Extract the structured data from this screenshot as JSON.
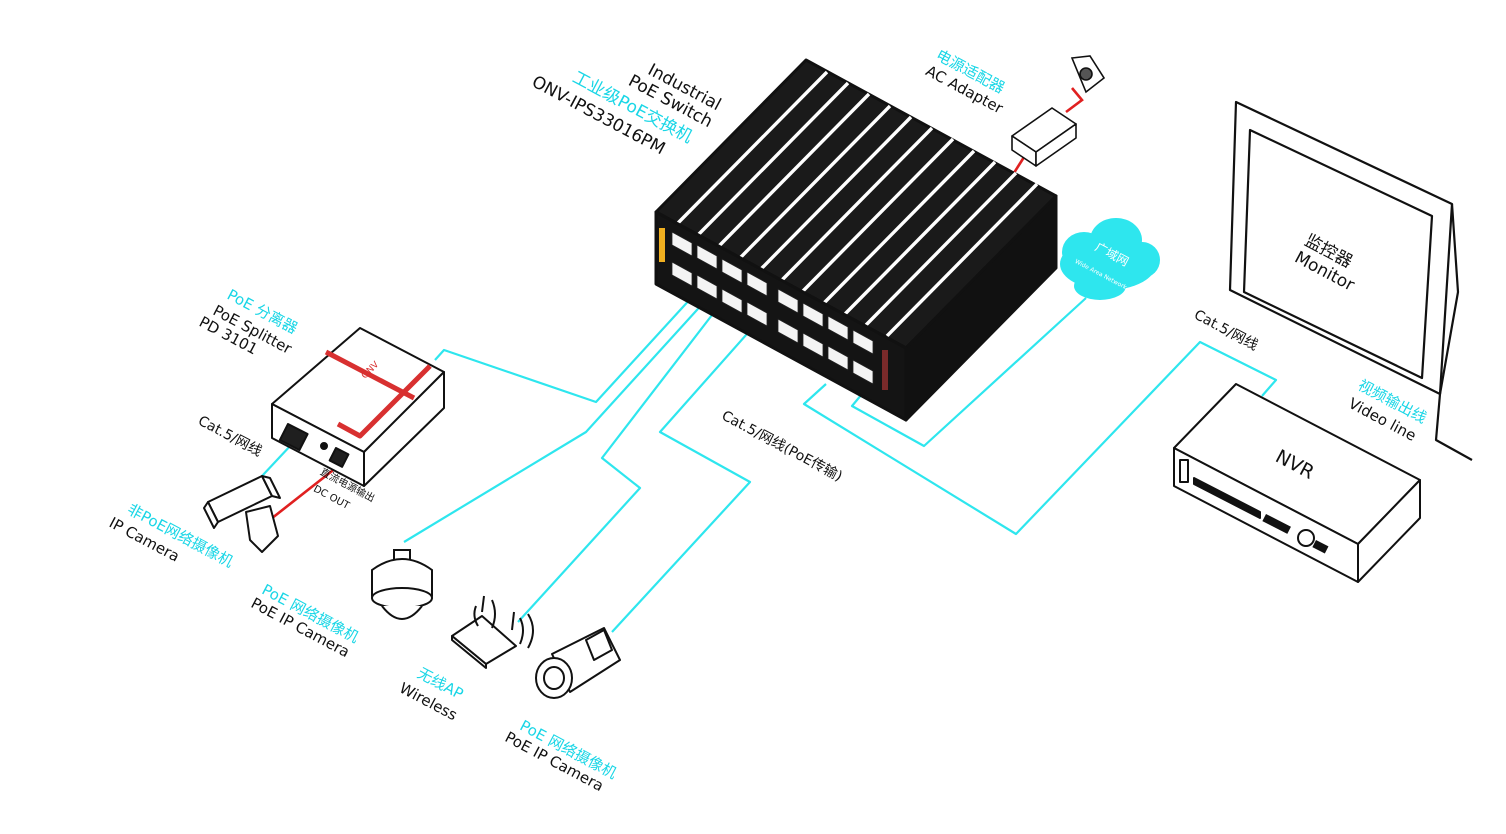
{
  "colors": {
    "cable": "#2ee6ee",
    "cable_label": "#19d6e6",
    "power": "#e02020",
    "outline": "#111111",
    "splitter_stripe": "#d83030"
  },
  "switch": {
    "line1": "Industrial",
    "line2": "PoE Switch",
    "cn": "工业级PoE交换机",
    "model": "ONV-IPS33016PM"
  },
  "adapter": {
    "cn": "电源适配器",
    "en": "AC Adapter"
  },
  "wan": {
    "cn": "广域网",
    "en": "Wide Area Network"
  },
  "monitor": {
    "cn": "监控器",
    "en": "Monitor"
  },
  "nvr": {
    "label": "NVR"
  },
  "video_line": {
    "cn": "视频输出线",
    "en": "Video line"
  },
  "cat5_right": "Cat.5/网线",
  "cat5_left": "Cat.5/网线",
  "cat5_poe": "Cat.5/网线(PoE传输)",
  "splitter": {
    "cn": "PoE 分离器",
    "en": "PoE Splitter",
    "model": "PD 3101",
    "brand": "ONV",
    "dc_cn": "直流电源输出",
    "dc_en": "DC OUT"
  },
  "nonpoe_cam": {
    "cn": "非PoE网络摄像机",
    "en": "IP Camera"
  },
  "dome_cam": {
    "cn": "PoE 网络摄像机",
    "en": "PoE IP Camera"
  },
  "wireless": {
    "cn": "无线AP",
    "en": "Wireless"
  },
  "bullet_cam": {
    "cn": "PoE 网络摄像机",
    "en": "PoE IP Camera"
  }
}
